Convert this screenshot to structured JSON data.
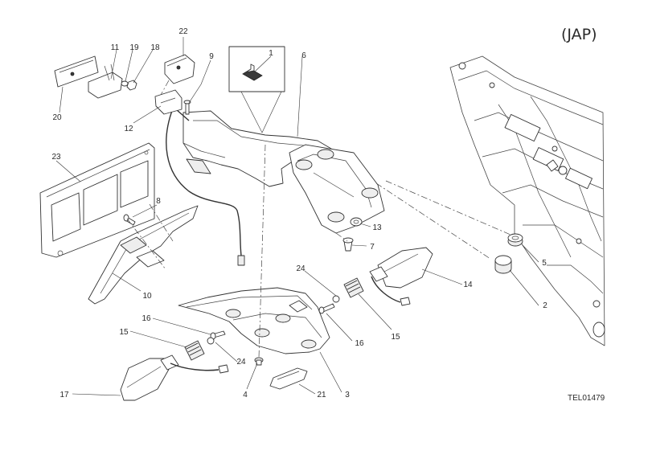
{
  "region_label": "(JAP)",
  "drawing_ref": "TEL01479",
  "callouts": [
    "1",
    "2",
    "3",
    "4",
    "5",
    "6",
    "7",
    "8",
    "9",
    "10",
    "11",
    "12",
    "13",
    "14",
    "15",
    "15",
    "16",
    "16",
    "17",
    "18",
    "19",
    "20",
    "21",
    "22",
    "23",
    "24",
    "24"
  ],
  "colors": {
    "line": "#333333",
    "shade": "#eeeeee",
    "background": "#ffffff"
  }
}
